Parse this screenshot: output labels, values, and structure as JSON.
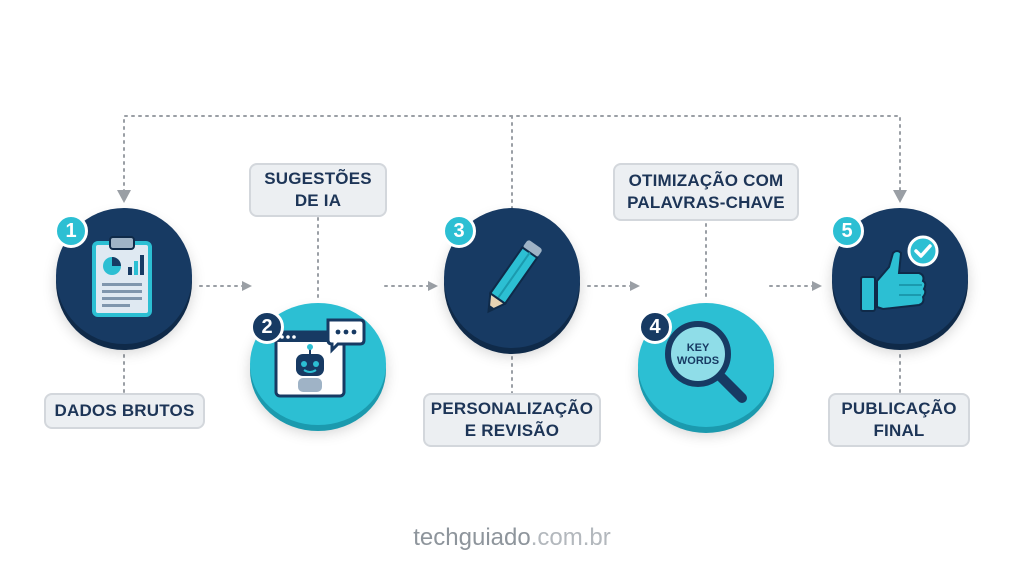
{
  "steps": [
    {
      "number": "1",
      "line1": "DADOS BRUTOS",
      "line2": "",
      "icon": "clipboard-chart-icon"
    },
    {
      "number": "2",
      "line1": "SUGESTÕES",
      "line2": "DE IA",
      "icon": "ai-robot-chat-icon"
    },
    {
      "number": "3",
      "line1": "PERSONALIZAÇÃO",
      "line2": "E REVISÃO",
      "icon": "pencil-icon"
    },
    {
      "number": "4",
      "line1": "OTIMIZAÇÃO COM",
      "line2": "PALAVRAS-CHAVE",
      "icon": "magnifier-keywords-icon",
      "magnifier_text": [
        "KEY",
        "WORDS"
      ]
    },
    {
      "number": "5",
      "line1": "PUBLICAÇÃO",
      "line2": "FINAL",
      "icon": "thumbs-up-check-icon"
    }
  ],
  "footer": {
    "brand": "techguiado",
    "domain": ".com.br"
  },
  "colors": {
    "navy": "#173a63",
    "teal": "#2cbfd3",
    "label_bg": "#eceff2",
    "label_text": "#1d3557",
    "connector": "#9a9fa5"
  }
}
